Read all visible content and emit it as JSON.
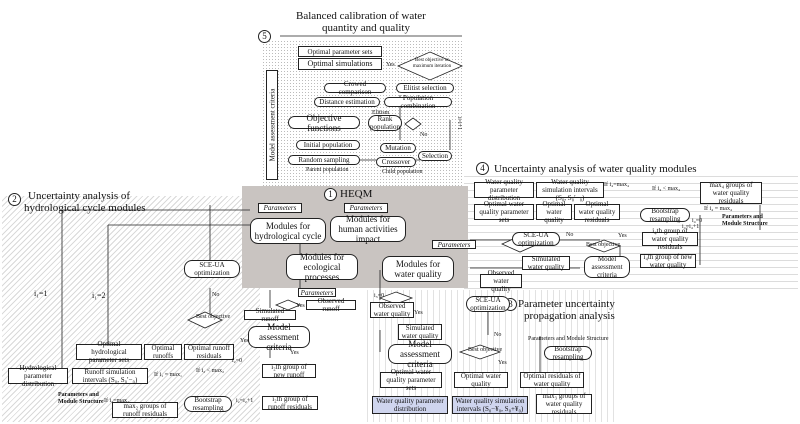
{
  "titles": {
    "balanced": "Balanced calibration of water",
    "balanced2": "quantity and quality",
    "hydro": "Uncertainty analysis of",
    "hydro2": "hydrological cycle modules",
    "wq": "Uncertainty analysis of water quality modules",
    "param": "Parameter uncertainty",
    "param2": "propagation analysis",
    "heqm": "HEQM"
  },
  "nums": {
    "n1": "1",
    "n2": "2",
    "n3": "3",
    "n4": "4",
    "n5": "5"
  },
  "section5": {
    "optimal_param_sets": "Optimal parameter sets",
    "optimal_sims": "Optimal simulations",
    "yes": "Yes",
    "best_obj": "Best objective or maximum iteration",
    "crowd": "Crowed comparison",
    "elitist": "Elitist selection",
    "distance": "Distance estimation",
    "popcomb": "Population combination",
    "elitism": "Elitism",
    "objfn": "Objective functions",
    "rank": "Rank population",
    "initpop": "Initial population",
    "mutation": "Mutation",
    "random": "Random sampling",
    "crossover": "Crossover",
    "selection": "Selection",
    "parentpop": "Parent population",
    "childpop": "Child population",
    "criteria_vertical": "Model assessment criteria",
    "no": "No",
    "iter": "i=i+1"
  },
  "heqm": {
    "parameters": "Parameters",
    "hydro_modules": "Modules for hydrological cycle",
    "human_modules": "Modules for human activities impact",
    "eco_modules": "Modules for ecological processes",
    "wq_modules": "Modules for water quality"
  },
  "section2": {
    "i1": "i₁=1",
    "i2": "i₁=2",
    "sce": "SCE-UA optimization",
    "no": "No",
    "yes": "Yes",
    "parameters": "Parameters",
    "sim_runoff": "Simulated runoff",
    "obs_runoff": "Observed runoff",
    "best_obj": "Best objective",
    "criteria": "Model assessment criteria",
    "opt_hydro": "Optimal hydrological parameter sets",
    "opt_runoffs": "Optimal runoffs",
    "opt_resid": "Optimal runoff residuals",
    "hydro_dist": "Hydrological parameter distribution",
    "runoff_int": "Runoff simulation intervals (S₀, S₀′−₀)",
    "cond": "If i₂ < max₂",
    "cond2": "If i₁ = max₁",
    "ith": "i₂th group of new runoff",
    "max_groups": "max₂ groups of runoff residuals",
    "bootstrap": "Bootstrap resampling",
    "ith_res": "i₂th group of runoff residuals",
    "pms": "Parameters and Module Structure",
    "i0": "i₂=0",
    "i2eq": "i₂=i₂+1",
    "imax": "If i₂=max₂"
  },
  "section4": {
    "wq_dist": "Water quality parameter distribution",
    "wq_int": "Water quality simulation intervals (S₀, S₀′−₀)",
    "cond": "If i₄=max₄",
    "cond2": "If i₄ < max₄",
    "max_groups": "max₄ groups of water quality residuals",
    "opt_wq": "Optimal water quality parameter sets",
    "opt_wq2": "Optimal water quality",
    "opt_resid": "Optimal water quality residuals",
    "bootstrap": "Bootstrap resampling",
    "pms": "Parameters and Module Structure",
    "cond3": "If i₄ = max₄",
    "sce": "SCE-UA optimization",
    "no": "No",
    "yes": "Yes",
    "best_obj": "Best objective",
    "sim_wq": "Simulated water quality",
    "obs_wq": "Observed water quality",
    "criteria": "Model assessment criteria",
    "ith": "i₄th group of water quality residuals",
    "ith_new": "i₄th group of new water quality",
    "parameters": "Parameters",
    "i0": "i₄=0",
    "ieq": "i₄=i₄+1"
  },
  "section3": {
    "obs_wq": "Observed water quality",
    "sce": "SCE-UA optimization",
    "sim_wq": "Simulated water quality",
    "criteria": "Model assessment criteria",
    "best_obj": "Best objective",
    "yes": "Yes",
    "no": "No",
    "pms": "Parameters and Module Structure",
    "bootstrap": "Bootstrap resampling",
    "opt_wq_params": "Optimal water quality parameter sets",
    "opt_wq": "Optimal water quality",
    "opt_resid": "Optimal residuals of water quality",
    "wq_dist": "Water quality parameter distribution",
    "wq_int": "Water quality simulation intervals (S₀−¥₀, S₀+¥₀)",
    "max_groups": "max₃ groups of water quality residuals",
    "i0": "i₃=0"
  }
}
